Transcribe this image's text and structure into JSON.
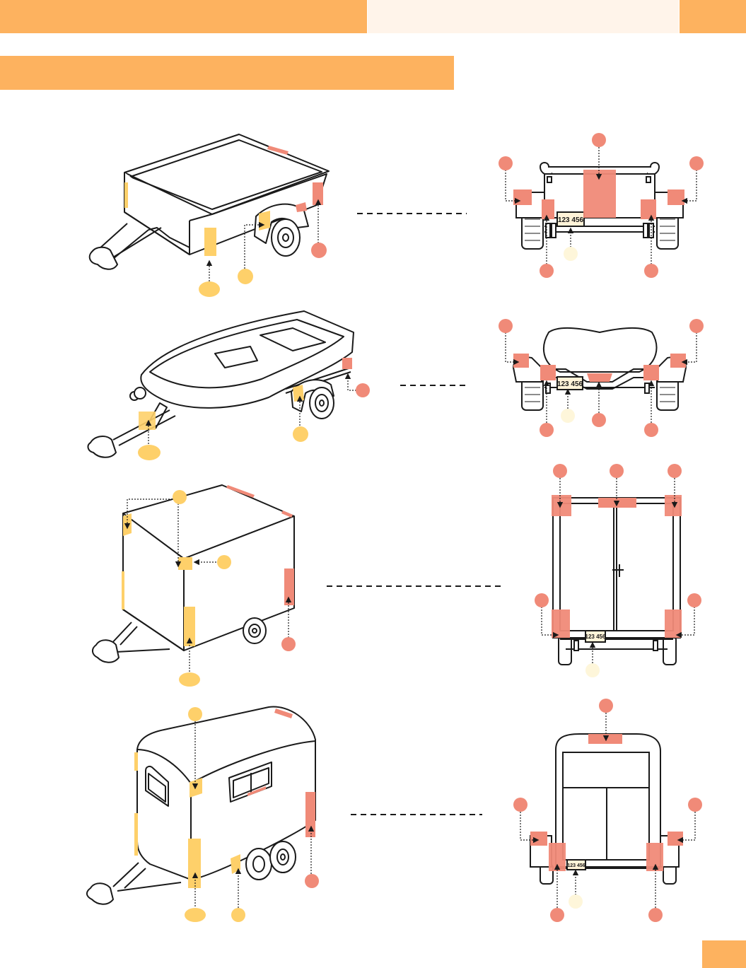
{
  "colors": {
    "header_orange": "#FDB25F",
    "header_cream": "#FFF4EA",
    "marker_red": "#F08A78",
    "marker_yellow": "#FED06A",
    "marker_pale": "#FEF6DA",
    "line": "#1a1a1a"
  },
  "icons": {
    "red_reflector": "red-reflector-circle",
    "yellow_reflector": "yellow-reflector-circle",
    "plate_light": "plate-light-circle"
  },
  "plates": {
    "utility": "123 456",
    "boat": "123 456",
    "cargo": "123 456",
    "horse": "123 456"
  }
}
